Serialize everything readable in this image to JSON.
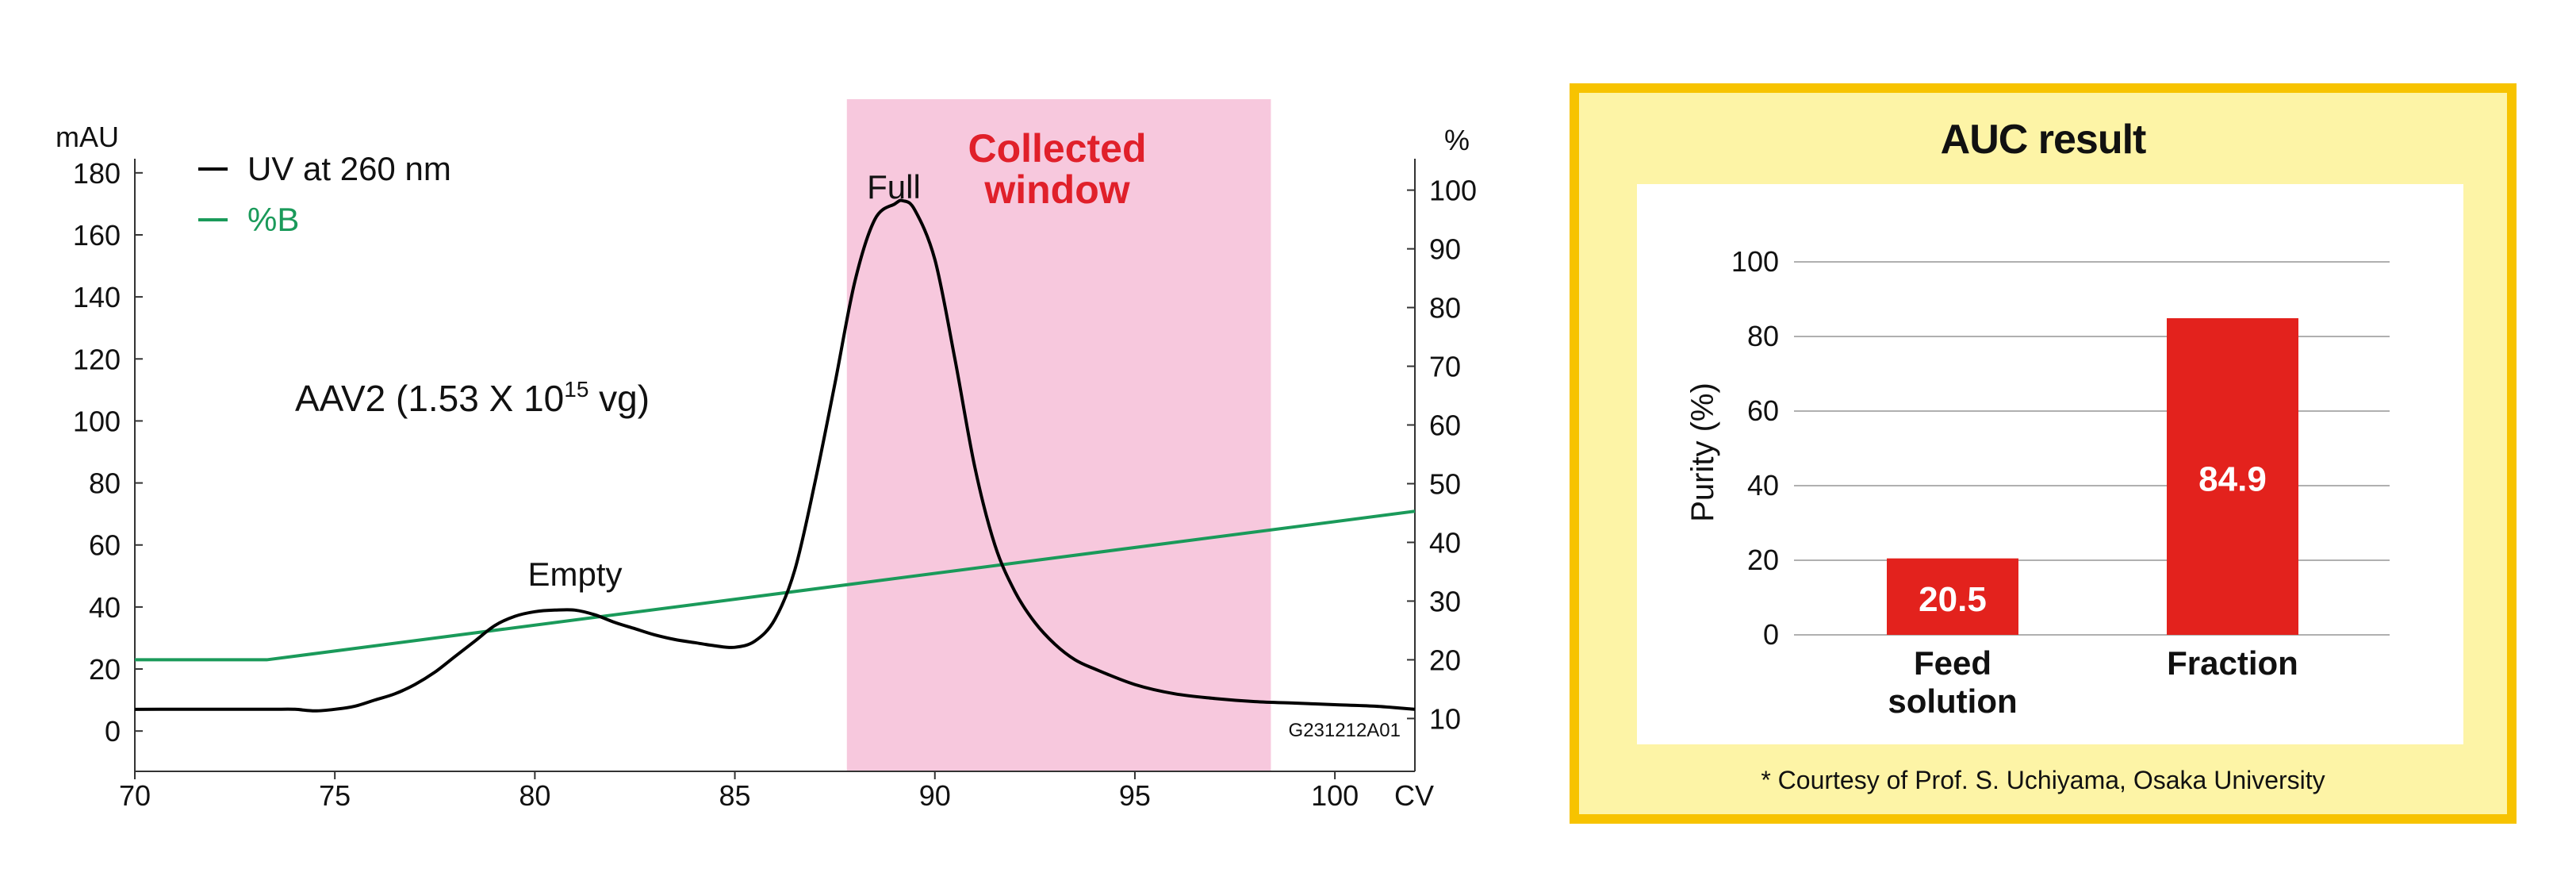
{
  "chart_data": [
    {
      "type": "line",
      "xlabel": "CV",
      "ylabel_left": "mAU",
      "ylabel_right": "%",
      "x_ticks": [
        70,
        75,
        80,
        85,
        90,
        95,
        100
      ],
      "y_left_ticks": [
        0,
        20,
        40,
        60,
        80,
        100,
        120,
        140,
        160,
        180
      ],
      "y_right_ticks": [
        10,
        20,
        30,
        40,
        50,
        60,
        70,
        80,
        90,
        100
      ],
      "xlim": [
        70,
        102
      ],
      "ylim_left": [
        -13,
        182
      ],
      "ylim_right": [
        1,
        104
      ],
      "grid": false,
      "legend_position": "top-left",
      "legend": [
        {
          "label": "UV at 260 nm",
          "color": "#000000"
        },
        {
          "label": "%B",
          "color": "#1a9a5a"
        }
      ],
      "sample_label": {
        "prefix": "AAV2 (1.53 X 10",
        "sup": "15",
        "suffix": " vg)"
      },
      "annotations": {
        "empty": "Empty",
        "full": "Full"
      },
      "collected_window": {
        "label_line1": "Collected",
        "label_line2": "window",
        "x_start": 87.8,
        "x_end": 98.4,
        "fill": "#f7c8dd",
        "label_color": "#e0202a"
      },
      "code": "G231212A01",
      "series": [
        {
          "name": "UV at 260 nm",
          "axis": "left",
          "color": "#000000",
          "x": [
            70,
            71,
            72,
            73,
            73.5,
            74,
            74.5,
            75,
            75.5,
            76,
            76.5,
            77,
            77.5,
            78,
            78.5,
            79,
            79.5,
            80,
            80.5,
            81,
            81.5,
            82,
            82.5,
            83,
            83.5,
            84,
            84.5,
            85,
            85.5,
            86,
            86.5,
            87,
            87.5,
            88,
            88.5,
            89,
            89.2,
            89.5,
            90,
            90.5,
            91,
            91.5,
            92,
            92.5,
            93,
            93.5,
            94,
            95,
            96,
            97,
            98,
            99,
            100,
            101,
            102
          ],
          "y": [
            7,
            7,
            7,
            7,
            7,
            7,
            6.5,
            7,
            8,
            10,
            12,
            15,
            19,
            24,
            29,
            34,
            37,
            38.5,
            39,
            39,
            37.5,
            35,
            33,
            31,
            29.5,
            28.5,
            27.5,
            27,
            29,
            36,
            52,
            80,
            112,
            145,
            165,
            170,
            171,
            168,
            152,
            120,
            85,
            60,
            45,
            35,
            28,
            23,
            20,
            15,
            12,
            10.5,
            9.5,
            9,
            8.5,
            8,
            7
          ]
        },
        {
          "name": "%B",
          "axis": "right",
          "color": "#1a9a5a",
          "x": [
            70,
            73.3,
            102
          ],
          "y": [
            20,
            20,
            45.3
          ]
        }
      ]
    },
    {
      "type": "bar",
      "title": "AUC result",
      "ylabel": "Purity (%)",
      "ylim": [
        0,
        100
      ],
      "y_ticks": [
        0,
        20,
        40,
        60,
        80,
        100
      ],
      "grid": true,
      "categories": [
        {
          "line1": "Feed",
          "line2": "solution"
        },
        {
          "line1": "Fraction",
          "line2": ""
        }
      ],
      "values": [
        20.5,
        84.9
      ],
      "value_labels": [
        "20.5",
        "84.9"
      ],
      "bar_color": "#e3221d",
      "panel_fill": "#fdf4a6",
      "panel_border": "#f7c300",
      "footnote": "* Courtesy of Prof. S. Uchiyama, Osaka University"
    }
  ]
}
